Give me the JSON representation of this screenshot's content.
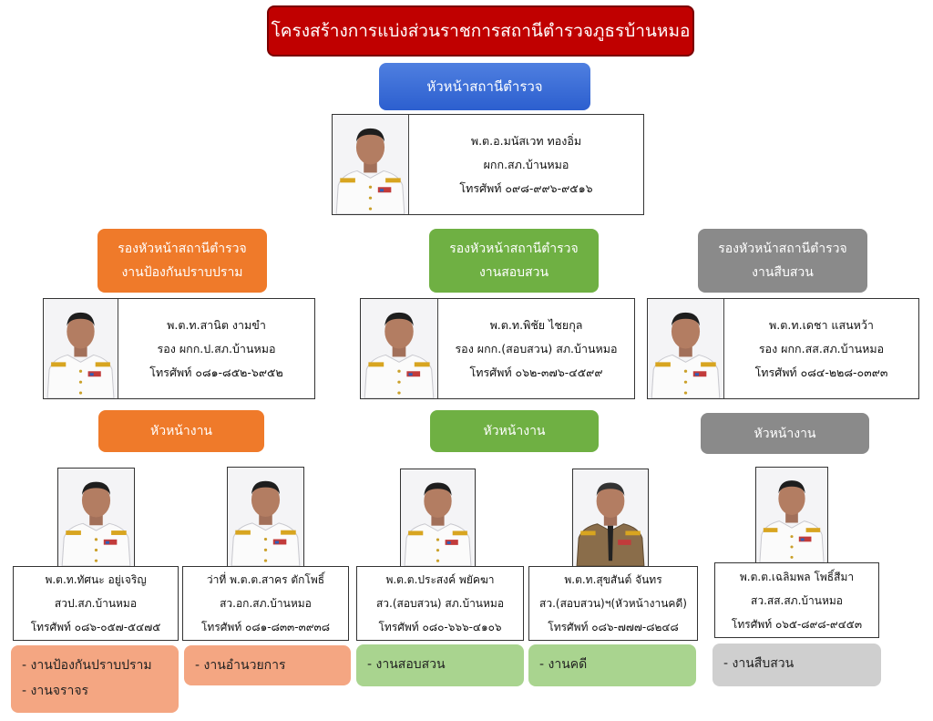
{
  "title": "โครงสร้างการแบ่งส่วนราชการสถานีตำรวจภูธรบ้านหมอ",
  "chief": {
    "header": "หัวหน้าสถานีตำรวจ",
    "name": "พ.ต.อ.มนัสเวท  ทองอิ่ม",
    "position": "ผกก.สภ.บ้านหมอ",
    "phone": "โทรศัพท์ ๐๙๘-๙๙๖-๙๕๑๖"
  },
  "deputies": [
    {
      "header_line1": "รองหัวหน้าสถานีตำรวจ",
      "header_line2": "งานป้องกันปราบปราม",
      "name": "พ.ต.ท.สานิต  งามขำ",
      "position": "รอง ผกก.ป.สภ.บ้านหมอ",
      "phone": "โทรศัพท์ ๐๘๑-๘๕๒-๖๙๕๒",
      "color": "#ef7a2a"
    },
    {
      "header_line1": "รองหัวหน้าสถานีตำรวจ",
      "header_line2": "งานสอบสวน",
      "name": "พ.ต.ท.พิชัย  ไชยกุล",
      "position": "รอง ผกก.(สอบสวน) สภ.บ้านหมอ",
      "phone": "โทรศัพท์ ๐๖๒-๓๗๖-๔๕๙๙",
      "color": "#6fb043"
    },
    {
      "header_line1": "รองหัวหน้าสถานีตำรวจ",
      "header_line2": "งานสืบสวน",
      "name": "พ.ต.ท.เดชา  แสนหว้า",
      "position": "รอง ผกก.สส.สภ.บ้านหมอ",
      "phone": "โทรศัพท์ ๐๘๔-๒๒๘-๐๓๙๓",
      "color": "#8a8a8a"
    }
  ],
  "section_header": "หัวหน้างาน",
  "heads": [
    {
      "name": "พ.ต.ท.ทัศนะ  อยู่เจริญ",
      "position": "สวป.สภ.บ้านหมอ",
      "phone": "โทรศัพท์ ๐๘๖-๐๕๗-๕๔๗๕",
      "tasks": [
        "- งานป้องกันปราบปราม",
        "- งานจราจร"
      ]
    },
    {
      "name": "ว่าที่ พ.ต.ต.สาคร  ตักโพธิ์",
      "position": "สว.อก.สภ.บ้านหมอ",
      "phone": "โทรศัพท์ ๐๘๑-๘๓๓-๓๙๓๘",
      "tasks": [
        "- งานอำนวยการ"
      ]
    },
    {
      "name": "พ.ต.ต.ประสงค์  พยัคฆา",
      "position": "สว.(สอบสวน) สภ.บ้านหมอ",
      "phone": "โทรศัพท์ ๐๘๐-๖๖๖-๔๑๐๖",
      "tasks": [
        "- งานสอบสวน"
      ]
    },
    {
      "name": "พ.ต.ท.สุขสันต์  จันทร",
      "position": "สว.(สอบสวน)ฯ(หัวหน้างานคดี)",
      "phone": "โทรศัพท์ ๐๘๖-๗๗๗-๘๒๔๘",
      "tasks": [
        "- งานคดี"
      ]
    },
    {
      "name": "พ.ต.ต.เฉลิมพล  โพธิ์สีมา",
      "position": "สว.สส.สภ.บ้านหมอ",
      "phone": "โทรศัพท์ ๐๖๕-๘๙๘-๙๔๕๓",
      "tasks": [
        "- งานสืบสวน"
      ]
    }
  ]
}
